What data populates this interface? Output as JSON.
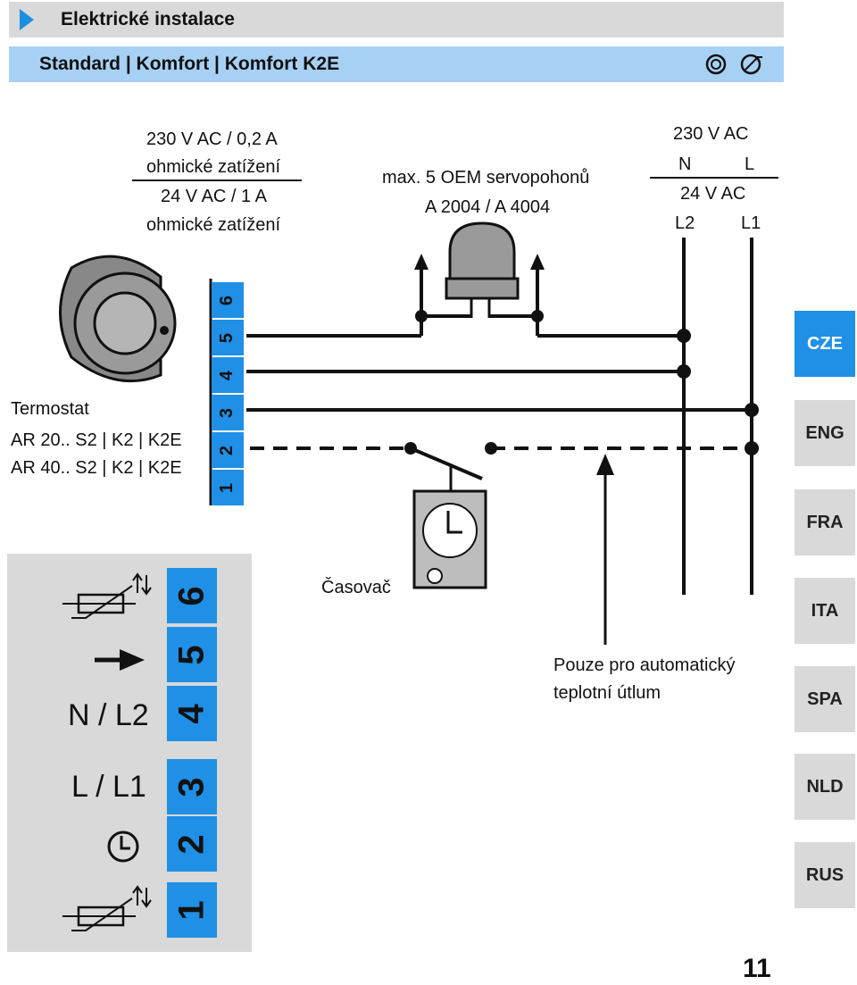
{
  "header": {
    "section_title": "Elektrické instalace",
    "subtitle": "Standard | Komfort | Komfort K2E"
  },
  "diagram": {
    "load_top_1": "230 V AC / 0,2 A",
    "load_top_2": "ohmické zatížení",
    "load_bottom_1": "24 V AC / 1 A",
    "load_bottom_2": "ohmické zatížení",
    "actuator_1": "max. 5 OEM servopohonů",
    "actuator_2": "A 2004 / A 4004",
    "supply_top": "230 V AC",
    "supply_n": "N",
    "supply_l": "L",
    "supply_bottom": "24 V AC",
    "supply_l2": "L2",
    "supply_l1": "L1",
    "thermostat_1": "Termostat",
    "thermostat_2": "AR 20.. S2 | K2 | K2E",
    "thermostat_3": "AR 40.. S2 | K2 | K2E",
    "timer_label": "Časovač",
    "note_1": "Pouze pro automatický",
    "note_2": "teplotní útlum",
    "terminals": [
      "6",
      "5",
      "4",
      "3",
      "2",
      "1"
    ]
  },
  "legend": {
    "pin6": "6",
    "pin5": "5",
    "pin4": "4",
    "pin3": "3",
    "pin2": "2",
    "pin1": "1",
    "label4": "N / L2",
    "label3": "L / L1"
  },
  "languages": [
    "CZE",
    "ENG",
    "FRA",
    "ITA",
    "SPA",
    "NLD",
    "RUS"
  ],
  "active_language": "CZE",
  "page_number": "11",
  "colors": {
    "accent": "#1f90e6",
    "header_light": "#a7d1f4",
    "grey": "#d9d9d9"
  }
}
